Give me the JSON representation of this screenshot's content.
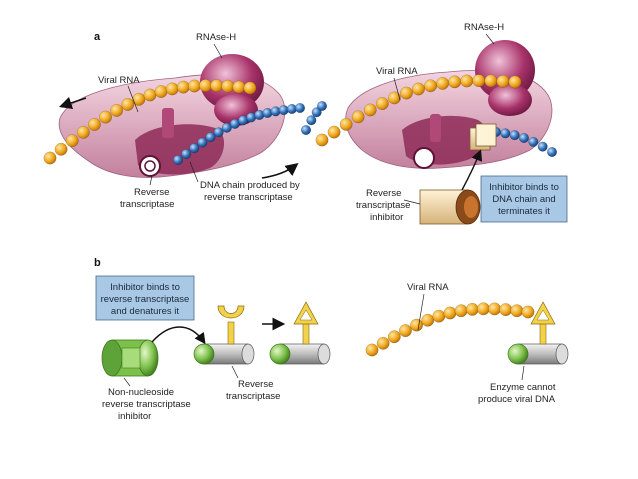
{
  "panel_a": {
    "letter": "a",
    "left": {
      "rnase_label": "RNAse-H",
      "viral_rna_label": "Viral RNA",
      "rt_label_line1": "Reverse",
      "rt_label_line2": "transcriptase",
      "dna_label_line1": "DNA chain produced by",
      "dna_label_line2": "reverse transcriptase"
    },
    "right": {
      "rnase_label": "RNAse-H",
      "viral_rna_label": "Viral RNA",
      "inhibitor_label_line1": "Reverse",
      "inhibitor_label_line2": "transcriptase",
      "inhibitor_label_line3": "inhibitor",
      "callout_line1": "Inhibitor binds to",
      "callout_line2": "DNA chain and",
      "callout_line3": "terminates it"
    }
  },
  "panel_b": {
    "letter": "b",
    "callout_line1": "Inhibitor binds to",
    "callout_line2": "reverse transcriptase",
    "callout_line3": "and denatures it",
    "nnrti_line1": "Non-nucleoside",
    "nnrti_line2": "reverse transcriptase",
    "nnrti_line3": "inhibitor",
    "rt_line1": "Reverse",
    "rt_line2": "transcriptase",
    "viral_rna_label": "Viral RNA",
    "enzyme_line1": "Enzyme cannot",
    "enzyme_line2": "produce viral DNA"
  },
  "colors": {
    "rna_bead": "#f0a81e",
    "dna_bead": "#2e6fb8",
    "enzyme_body": "#d9a3b8",
    "rnase": "#a8336a",
    "callout_fill": "#a9c8e6",
    "green": "#7cc04a",
    "inhibitor_yellow": "#f2d24a"
  }
}
